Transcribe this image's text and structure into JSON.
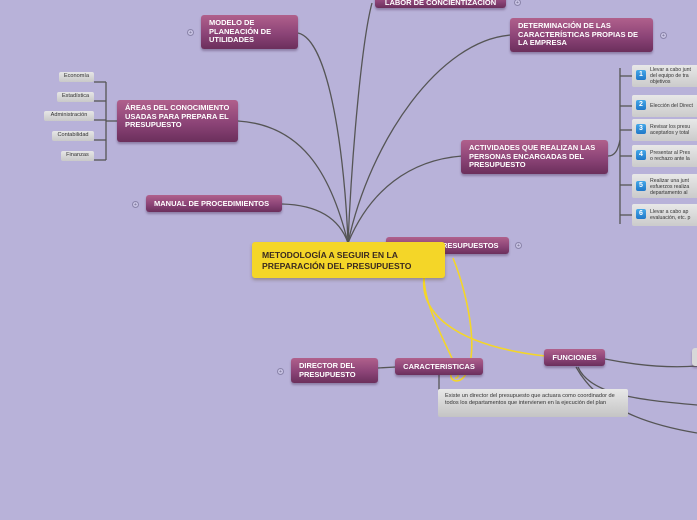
{
  "center_title": "METODOLOGÍA A SEGUIR EN LA PREPARACIÓN DEL PRESUPUESTO",
  "topics": {
    "concientizacion": "LABOR DE CONCIENTIZACIÓN",
    "modelo": "MODELO DE PLANEACIÓN DE UTILIDADES",
    "determinacion": "DETERMINACIÓN DE LAS CARACTERÍSTICAS PROPIAS DE LA EMPRESA",
    "areas": "ÁREAS DEL CONOCIMIENTO USADAS PARA PREPARA EL PRESUPUESTO",
    "actividades": "ACTIVIDADES QUE REALIZAN LAS PERSONAS ENCARGADAS DEL PRESUPUESTO",
    "manual": "MANUAL DE PROCEDIMIENTOS",
    "presupuestos": "RESUPUESTOS",
    "funciones": "FUNCIONES",
    "caracteristicas": "CARACTERISTICAS",
    "director": "DIRECTOR DEL PRESUPUESTO"
  },
  "areas_items": [
    "Economía",
    "Estadística",
    "Administración",
    "Contabilidad",
    "Finanzas"
  ],
  "activities": [
    {
      "num": "1",
      "text": "Llevar a cabo junt"
    },
    {
      "num": "2",
      "text": "Elección del Direct"
    },
    {
      "num": "3",
      "text": "Revisar los presu"
    },
    {
      "num": "4",
      "text": "Presentar al Pres"
    },
    {
      "num": "5",
      "text": "Realizar una junt"
    },
    {
      "num": "6",
      "text": "Llevar a cabo ap"
    }
  ],
  "activities_extra": {
    "a1_l2": "del equipo de tra",
    "a1_l3": "objetivos",
    "a3_l2": "aceptarlos y total",
    "a4_l2": "o rechazo ante la",
    "a5_l2": "esfuerzos realiza",
    "a5_l3": "departamento al",
    "a6_l2": "evaluación, etc. p"
  },
  "note": "Existe un director del presupuesto que actuara como coordinador de todos los departamentos que intervienen en la ejecución del plan",
  "colors": {
    "background": "#b8b2d9",
    "topic": "#8c4477",
    "center": "#f4d628",
    "highlight_link": "#f4d628",
    "link": "#555555"
  }
}
